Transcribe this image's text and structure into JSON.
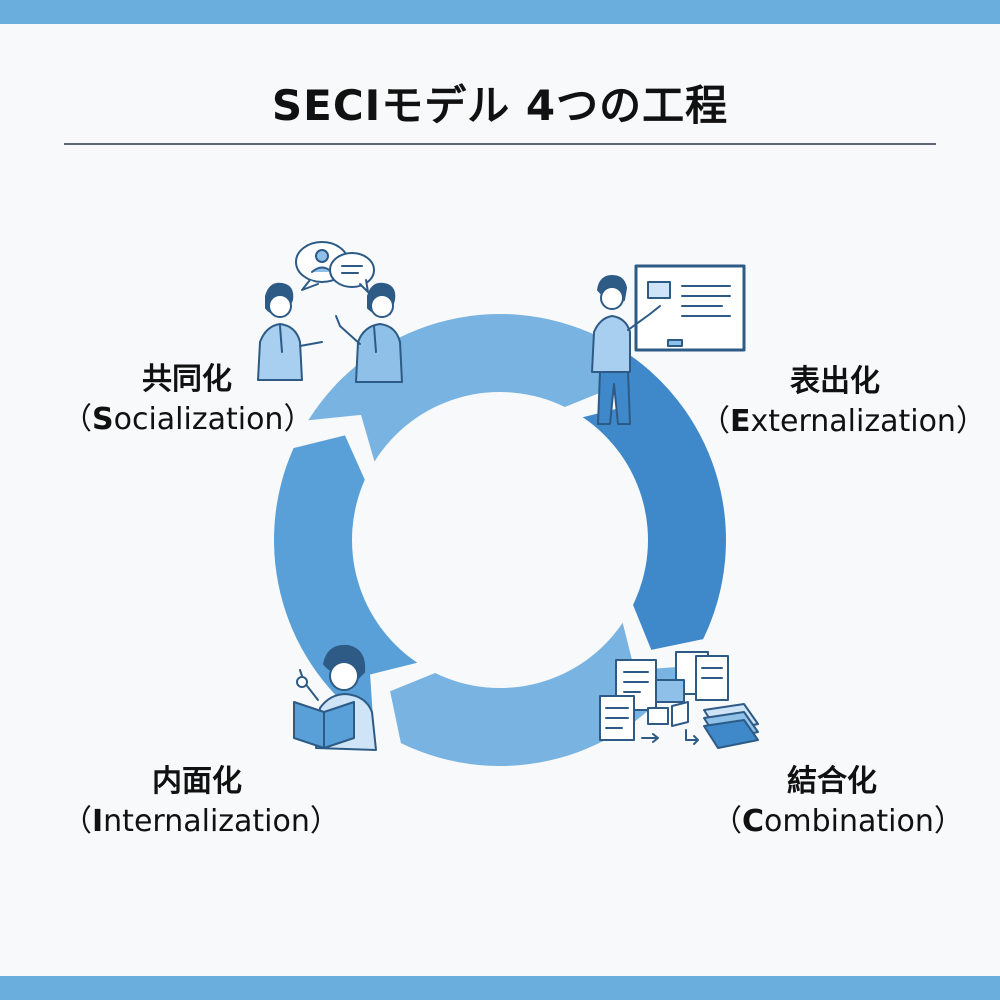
{
  "title": "SECIモデル 4つの工程",
  "colors": {
    "band": "#6aaede",
    "ring_light": "#78b3e2",
    "ring_mid": "#5aa0d8",
    "ring_dark": "#3f88c9",
    "line": "#2d5b86"
  },
  "stages": [
    {
      "jp": "共同化",
      "open": "（",
      "initial": "S",
      "rest": "ocialization",
      "close": "）",
      "icon": "conversation-icon"
    },
    {
      "jp": "表出化",
      "open": "（",
      "initial": "E",
      "rest": "xternalization",
      "close": "）",
      "icon": "whiteboard-presenter-icon"
    },
    {
      "jp": "結合化",
      "open": "（",
      "initial": "C",
      "rest": "ombination",
      "close": "）",
      "icon": "documents-combining-icon"
    },
    {
      "jp": "内面化",
      "open": "（",
      "initial": "I",
      "rest": "nternalization",
      "close": "）",
      "icon": "reading-person-icon"
    }
  ]
}
